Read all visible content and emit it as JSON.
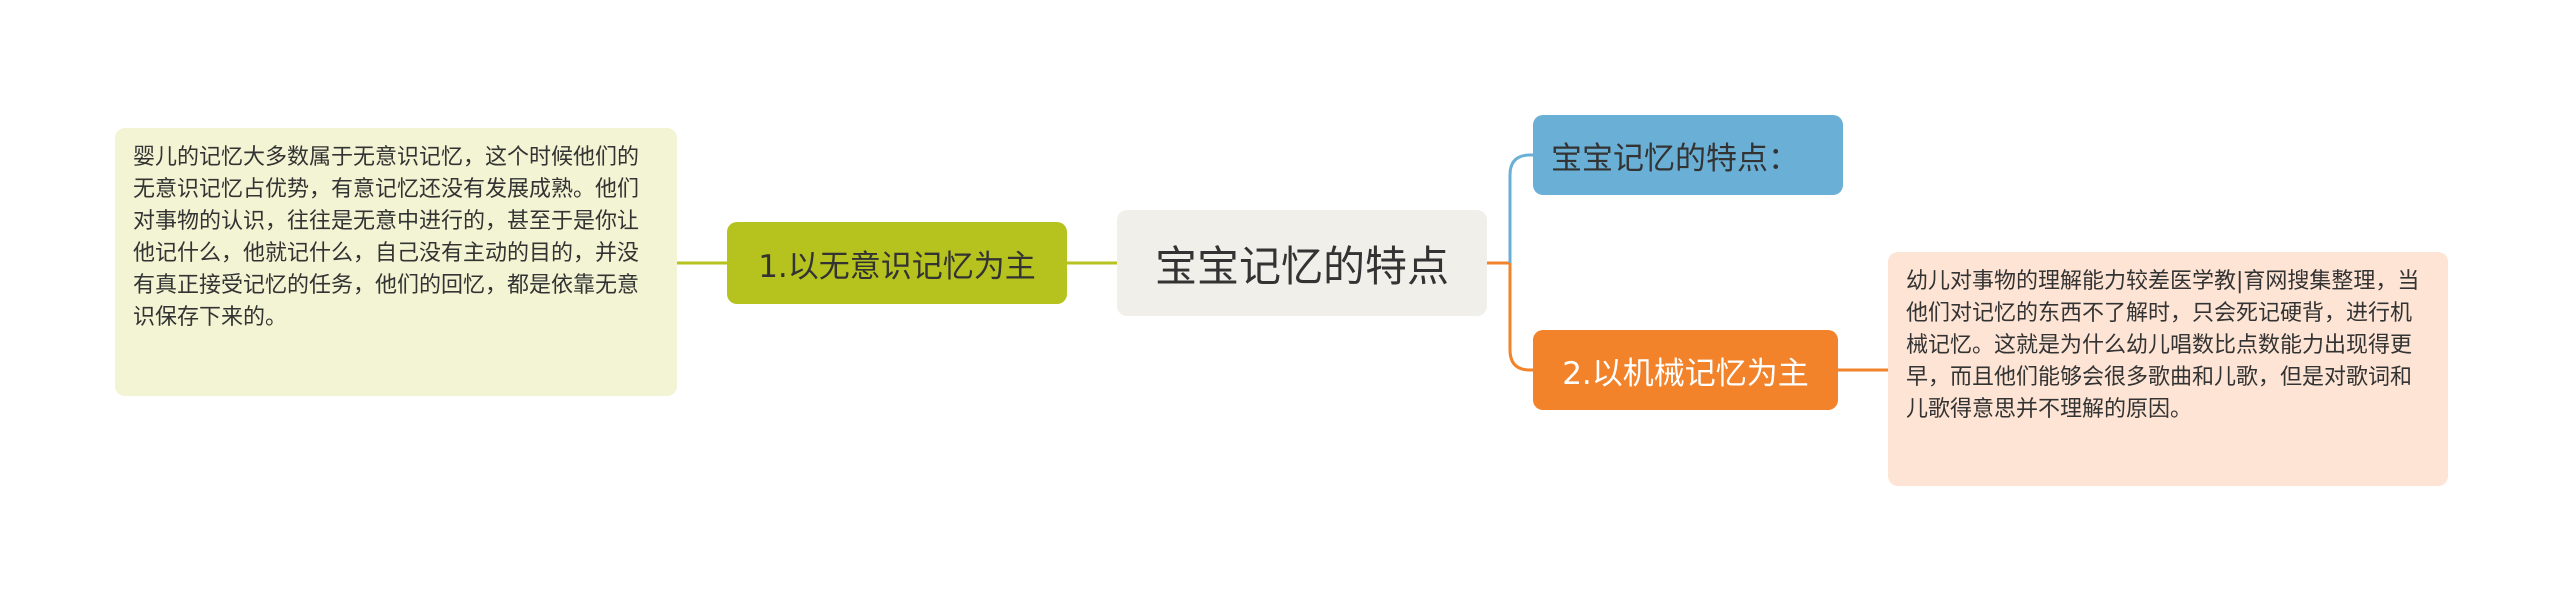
{
  "colors": {
    "root_bg": "#f0efe9",
    "left_branch": "#b6c21d",
    "left_note_bg": "#f2f4d3",
    "right_top": "#6ab0d6",
    "right_bottom": "#f2832a",
    "right_note_bg": "#fde4d4",
    "connector_root": "#b6c21d",
    "connector_orange": "#f2832a",
    "connector_blue": "#6ab0d6"
  },
  "mindmap": {
    "root": {
      "label": "宝宝记忆的特点"
    },
    "left_branch": {
      "label": "1.以无意识记忆为主",
      "note": "婴儿的记忆大多数属于无意识记忆，这个时候他们的无意识记忆占优势，有意记忆还没有发展成熟。他们对事物的认识，往往是无意中进行的，甚至于是你让他记什么，他就记什么，自己没有主动的目的，并没有真正接受记忆的任务，他们的回忆，都是依靠无意识保存下来的。"
    },
    "right_branches": [
      {
        "label": "宝宝记忆的特点："
      },
      {
        "label": "2.以机械记忆为主",
        "note": "幼儿对事物的理解能力较差医学教|育网搜集整理，当他们对记忆的东西不了解时，只会死记硬背，进行机械记忆。这就是为什么幼儿唱数比点数能力出现得更早，而且他们能够会很多歌曲和儿歌，但是对歌词和儿歌得意思并不理解的原因。"
      }
    ]
  }
}
